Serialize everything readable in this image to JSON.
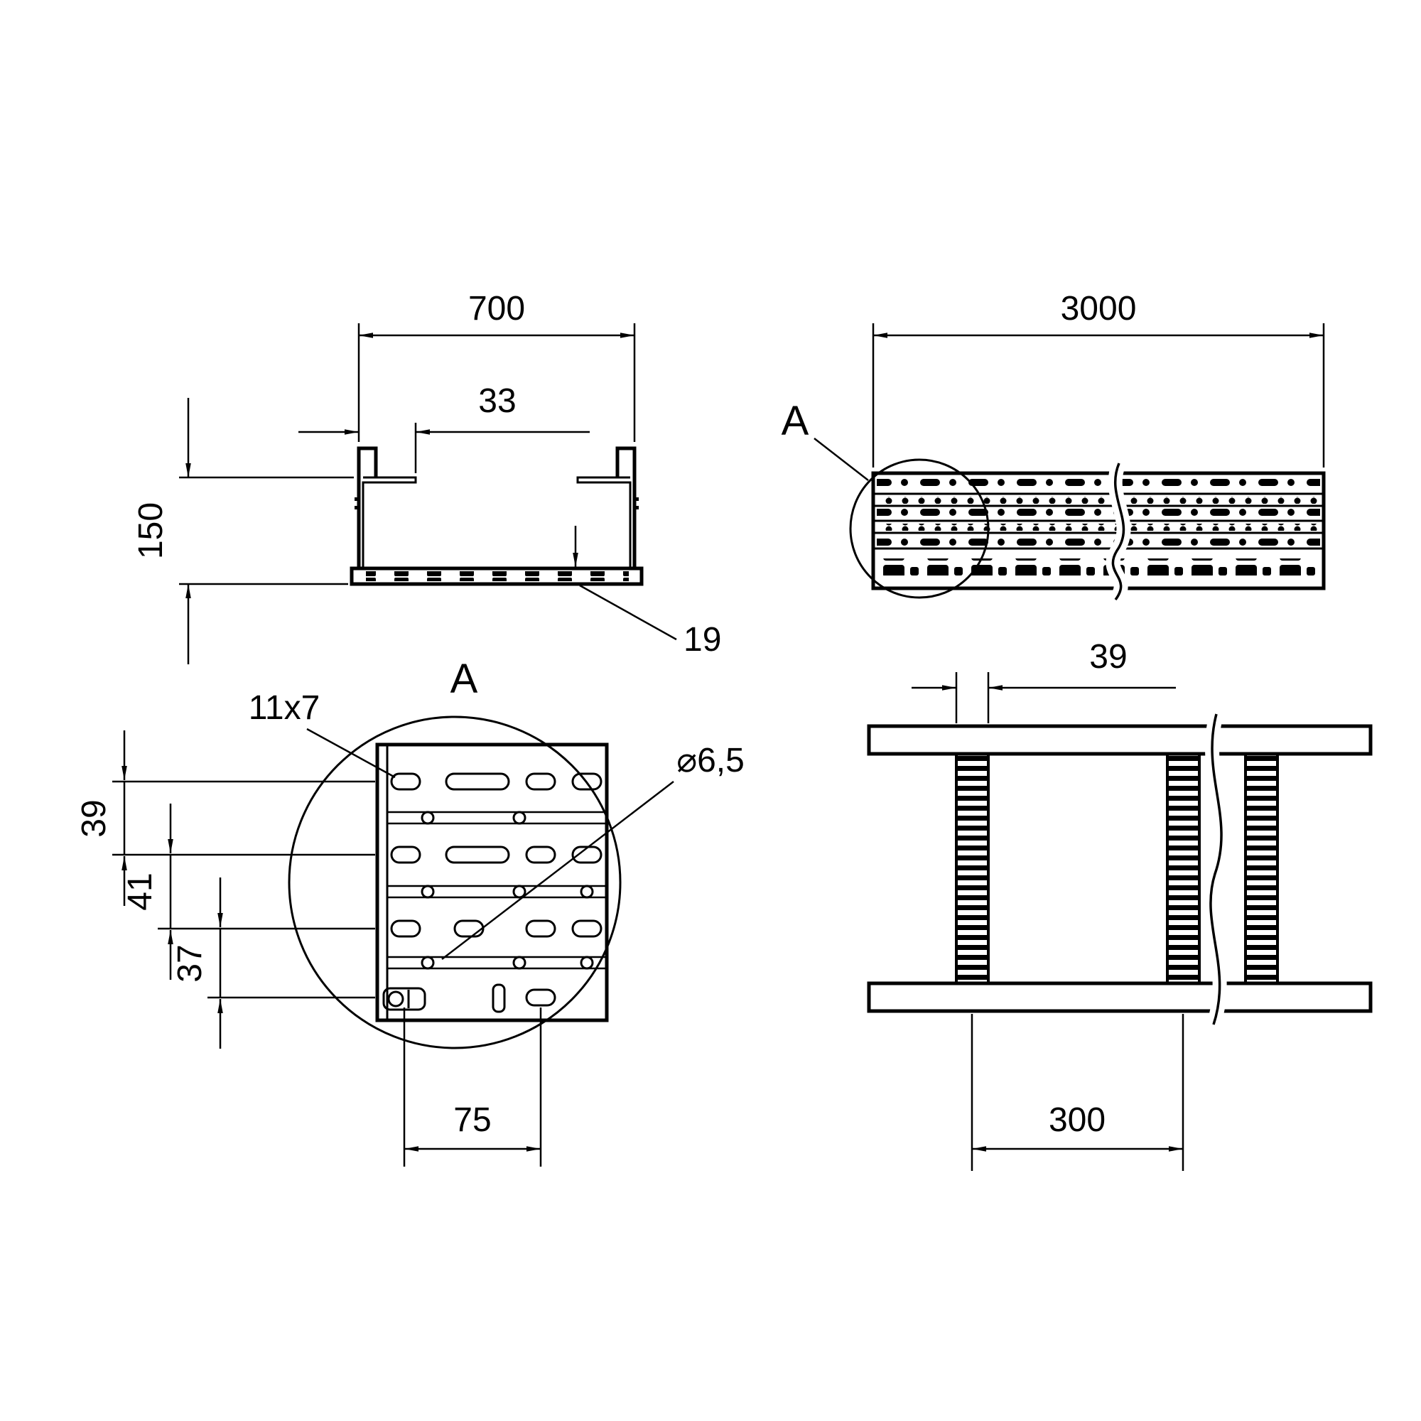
{
  "drawing": {
    "background": "#ffffff",
    "line_color": "#000000",
    "views": {
      "cross_section": {
        "width": "700",
        "flange": "33",
        "height": "150",
        "base_thickness": "19"
      },
      "side": {
        "length": "3000",
        "detail_marker": "A"
      },
      "detail": {
        "title": "A",
        "slot_size": "11x7",
        "hole_diameter": "⌀6,5",
        "pitch_top": "39",
        "pitch_mid": "41",
        "pitch_bottom": "37",
        "slot_spacing": "75"
      },
      "bottom": {
        "rung_width": "39",
        "rung_spacing": "300"
      }
    }
  }
}
